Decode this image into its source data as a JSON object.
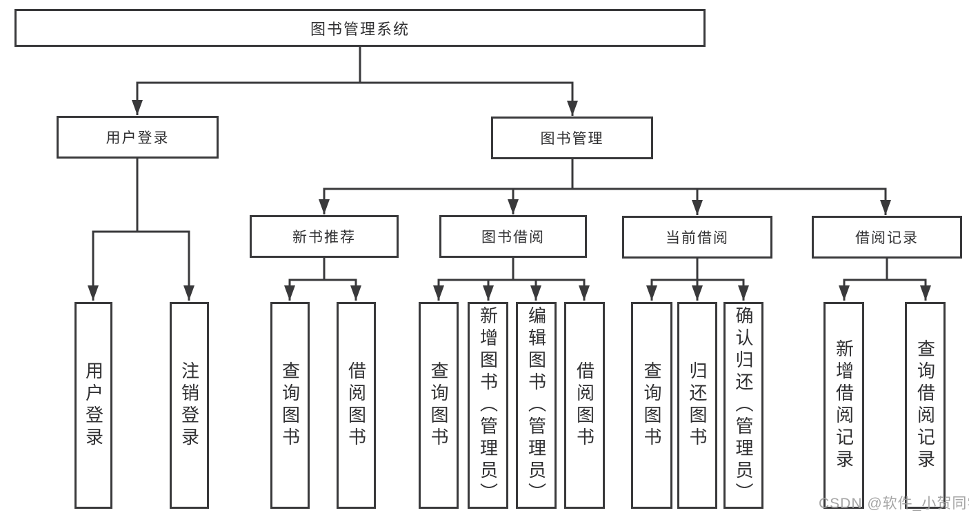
{
  "tree": {
    "root": {
      "label": "图书管理系统",
      "children": [
        {
          "label": "用户登录",
          "children": [
            {
              "label": "用户登录"
            },
            {
              "label": "注销登录"
            }
          ]
        },
        {
          "label": "图书管理",
          "children": [
            {
              "label": "新书推荐",
              "children": [
                {
                  "label": "查询图书"
                },
                {
                  "label": "借阅图书"
                }
              ]
            },
            {
              "label": "图书借阅",
              "children": [
                {
                  "label": "查询图书"
                },
                {
                  "label": "新增图书（管理员）"
                },
                {
                  "label": "编辑图书（管理员）"
                },
                {
                  "label": "借阅图书"
                }
              ]
            },
            {
              "label": "当前借阅",
              "children": [
                {
                  "label": "查询图书"
                },
                {
                  "label": "归还图书"
                },
                {
                  "label": "确认归还（管理员）"
                }
              ]
            },
            {
              "label": "借阅记录",
              "children": [
                {
                  "label": "新增借阅记录"
                },
                {
                  "label": "查询借阅记录"
                }
              ]
            }
          ]
        }
      ]
    }
  },
  "watermark": "CSDN @软件_小贺同学",
  "colors": {
    "line": "#39393b",
    "text": "#303032",
    "watermark": "#9e9e9e",
    "background": "#ffffff"
  }
}
